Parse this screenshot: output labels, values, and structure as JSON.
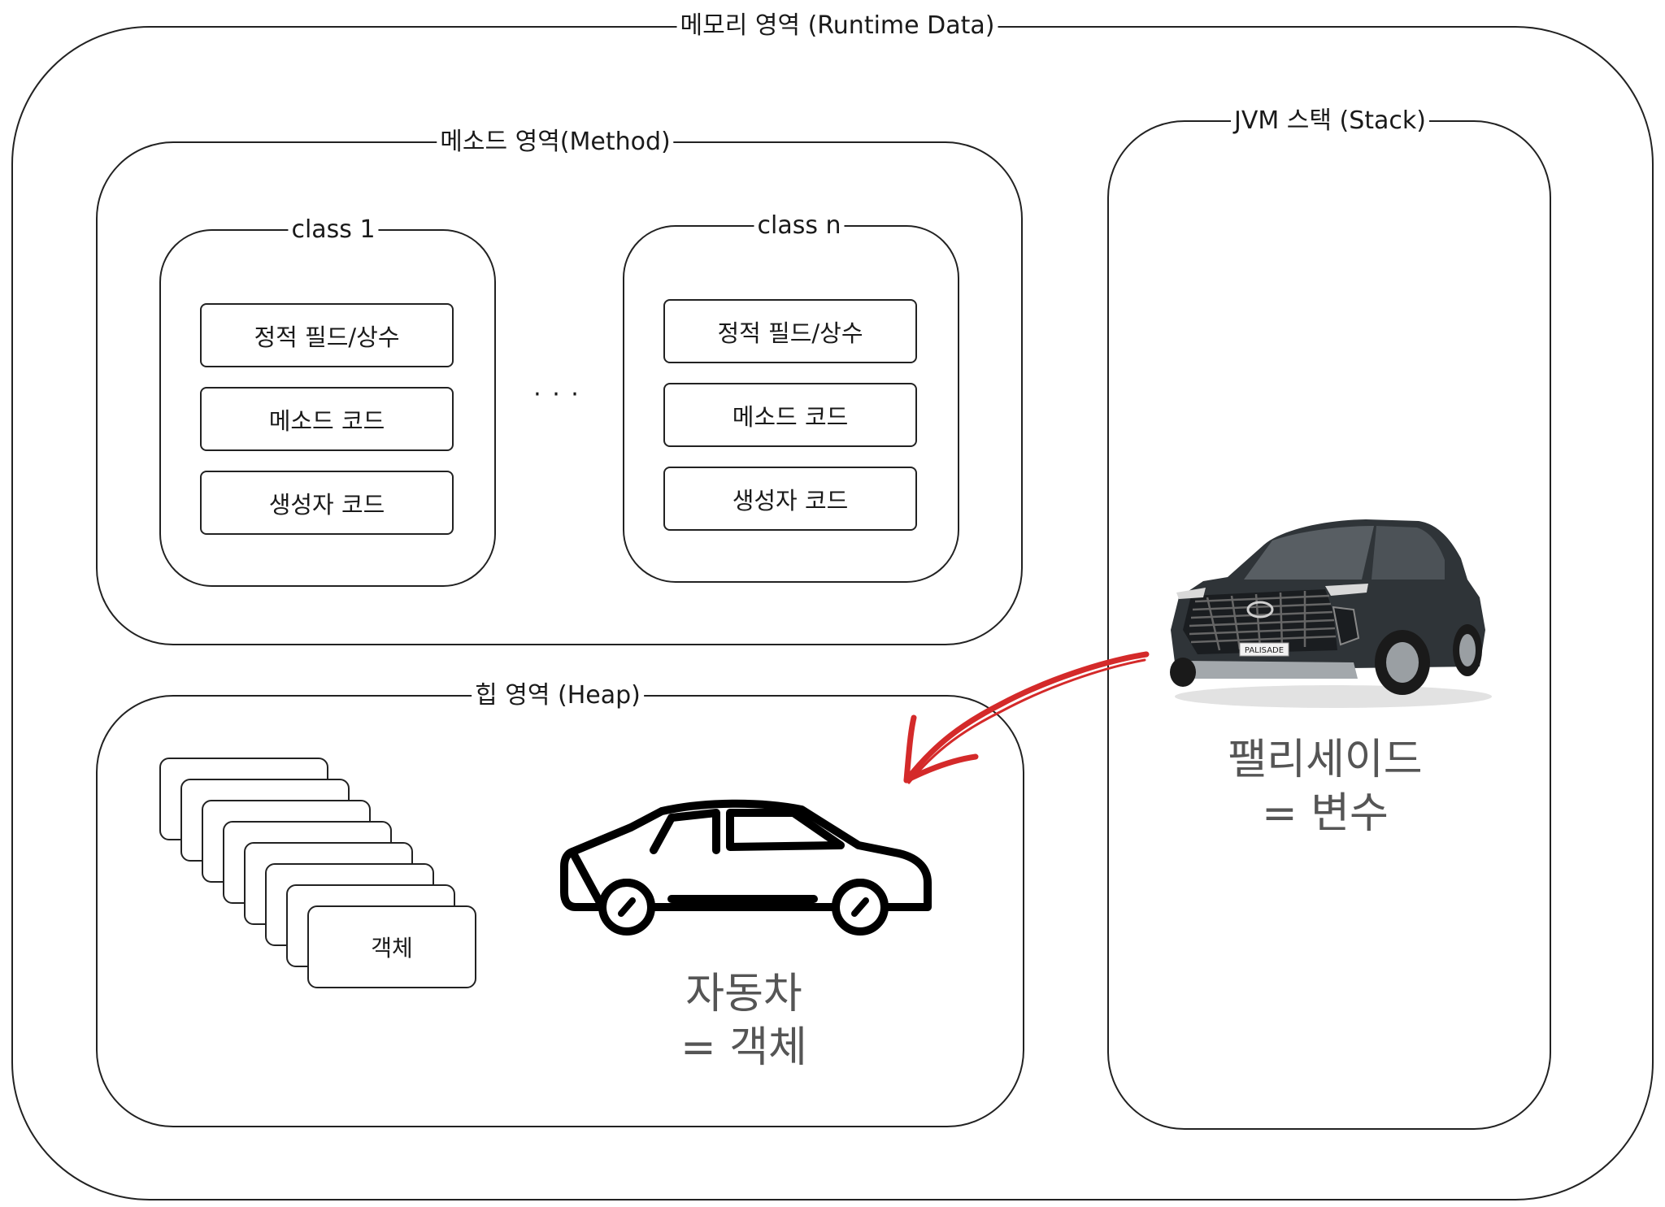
{
  "runtime_area": {
    "title": "메모리 영역 (Runtime Data)"
  },
  "method_area": {
    "title": "메소드 영역(Method)",
    "classes": [
      {
        "title": "class 1",
        "slots": [
          "정적 필드/상수",
          "메소드 코드",
          "생성자 코드"
        ]
      },
      {
        "title": "class n",
        "slots": [
          "정적 필드/상수",
          "메소드 코드",
          "생성자 코드"
        ]
      }
    ],
    "ellipsis": "· · ·"
  },
  "heap_area": {
    "title": "힙 영역 (Heap)",
    "object_card_label": "객체",
    "caption_line1": "자동차",
    "caption_line2": "= 객체"
  },
  "stack_area": {
    "title": "JVM 스택 (Stack)",
    "caption_line1": "팰리세이드",
    "caption_line2": "= 변수",
    "suv_badge": "PALISADE"
  },
  "colors": {
    "arrow": "#d42a2a",
    "line": "#222222",
    "caption": "#555555",
    "suv_body": "#2f3438"
  },
  "icons": {
    "car": "car-outline-icon",
    "suv": "suv-photo",
    "arrow": "hand-drawn-red-arrow"
  }
}
